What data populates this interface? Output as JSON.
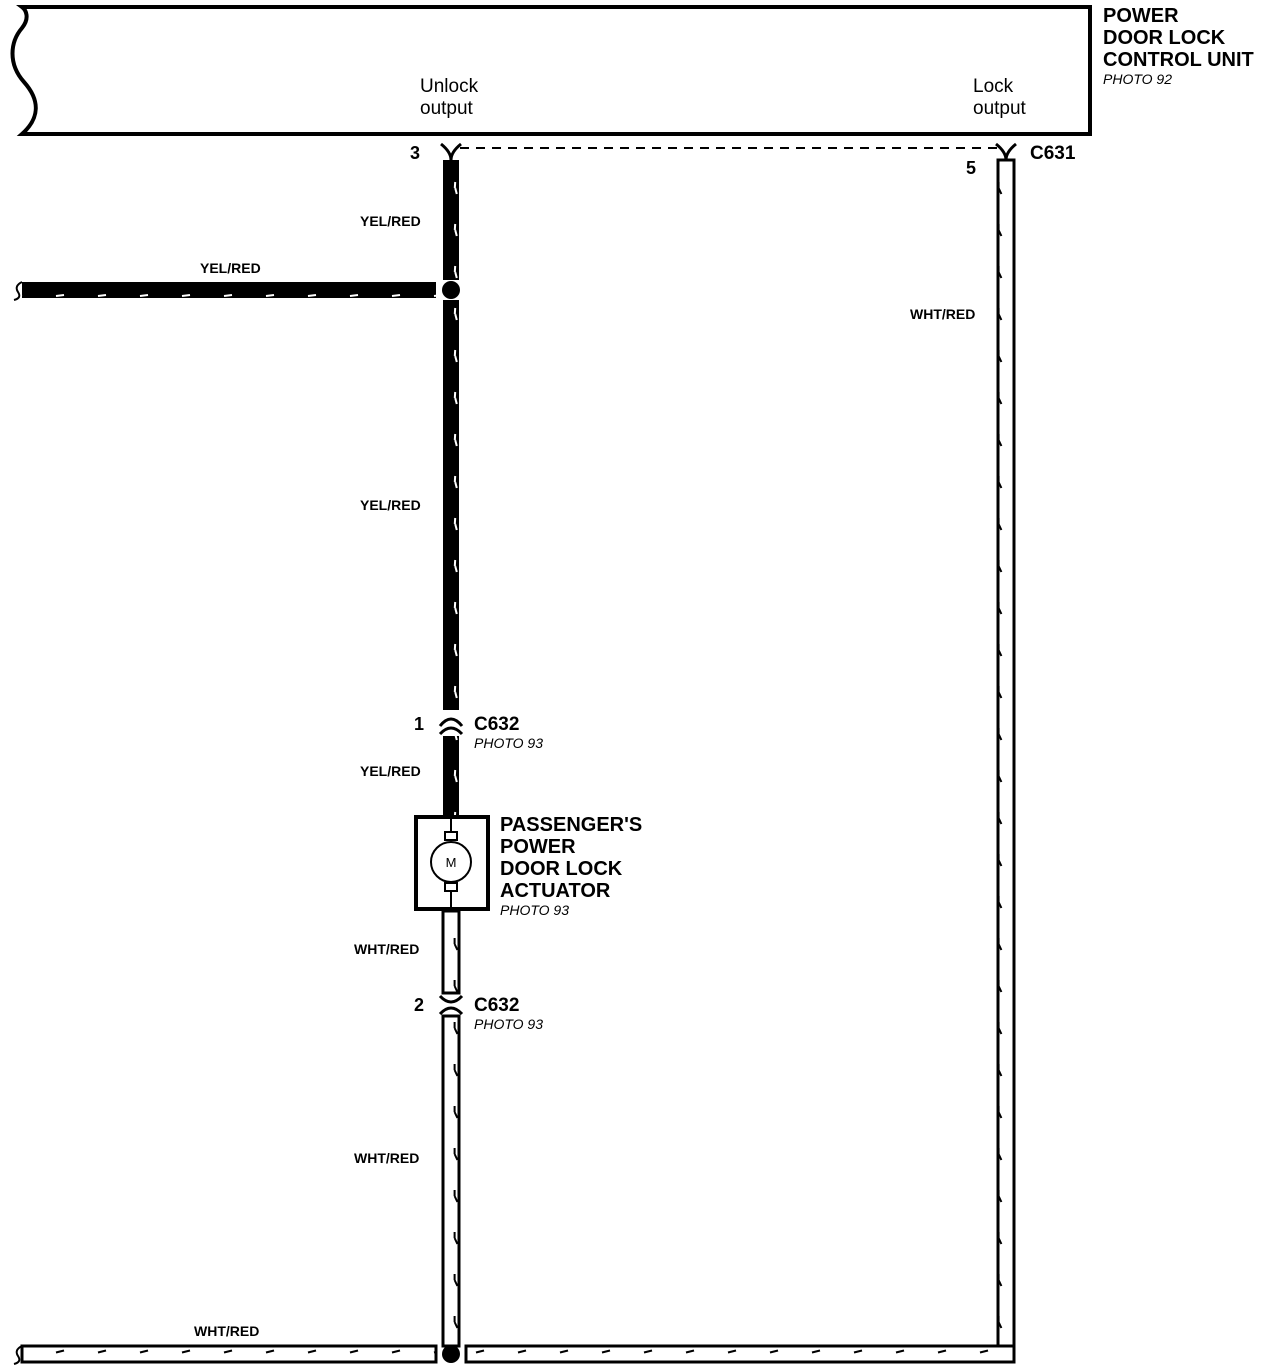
{
  "control_unit": {
    "title_lines": [
      "POWER",
      "DOOR LOCK",
      "CONTROL UNIT"
    ],
    "photo": "PHOTO 92",
    "unlock_output": [
      "Unlock",
      "output"
    ],
    "lock_output": [
      "Lock",
      "output"
    ]
  },
  "connector_c631": {
    "name": "C631",
    "pin_unlock": "3",
    "pin_lock": "5"
  },
  "wires": {
    "yel_red_top": "YEL/RED",
    "yel_red_branch": "YEL/RED",
    "yel_red_mid": "YEL/RED",
    "yel_red_low": "YEL/RED",
    "wht_red_right": "WHT/RED",
    "wht_red_below_actuator": "WHT/RED",
    "wht_red_lower": "WHT/RED",
    "wht_red_bottom": "WHT/RED"
  },
  "connector_c632_pin1": {
    "pin": "1",
    "name": "C632",
    "photo": "PHOTO 93"
  },
  "connector_c632_pin2": {
    "pin": "2",
    "name": "C632",
    "photo": "PHOTO 93"
  },
  "actuator": {
    "title_lines": [
      "PASSENGER'S",
      "POWER",
      "DOOR LOCK",
      "ACTUATOR"
    ],
    "photo": "PHOTO 93",
    "motor_symbol": "M"
  }
}
